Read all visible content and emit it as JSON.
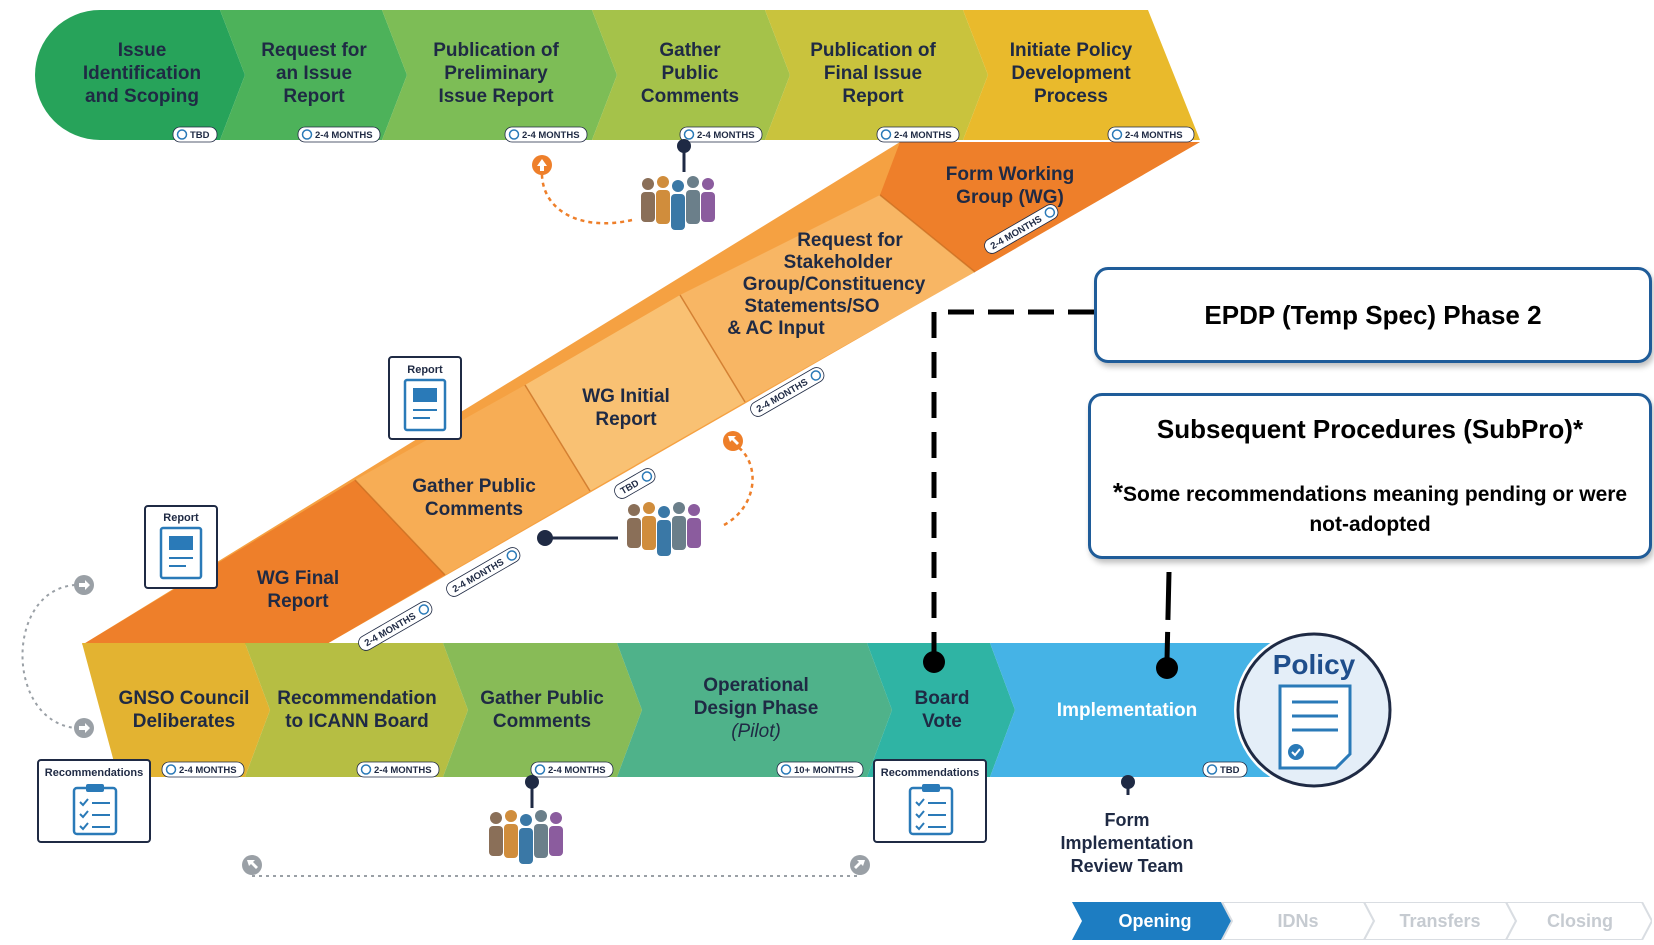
{
  "colors": {
    "row1": [
      "#27a35a",
      "#4db25a",
      "#7dbd56",
      "#a5c24a",
      "#c9c33d",
      "#e9ba2c"
    ],
    "row2": "#f5a142",
    "row3": [
      "#e3b331",
      "#b6be43",
      "#88bb57",
      "#4fb28a",
      "#2fb4a4",
      "#45b3e6"
    ],
    "navy": "#1f2a44",
    "callout_border": "#1f5c99",
    "nav_active": "#1d7dc2",
    "nav_inactive": "#d9dde2"
  },
  "row1": [
    {
      "lines": [
        "Issue",
        "Identification",
        "and Scoping"
      ],
      "badge": "TBD"
    },
    {
      "lines": [
        "Request for",
        "an Issue",
        "Report"
      ],
      "badge": "2-4 MONTHS"
    },
    {
      "lines": [
        "Publication of",
        "Preliminary",
        "Issue Report"
      ],
      "badge": "2-4 MONTHS"
    },
    {
      "lines": [
        "Gather",
        "Public",
        "Comments"
      ],
      "badge": "2-4 MONTHS"
    },
    {
      "lines": [
        "Publication of",
        "Final Issue",
        "Report"
      ],
      "badge": "2-4 MONTHS"
    },
    {
      "lines": [
        "Initiate Policy",
        "Development",
        "Process"
      ],
      "badge": "2-4 MONTHS"
    }
  ],
  "row2": [
    {
      "lines": [
        "Form Working",
        "Group (WG)"
      ],
      "badge": "2-4 MONTHS"
    },
    {
      "lines": [
        "Request for",
        "Stakeholder",
        "Group/Constituency",
        "Statements/SO",
        "& AC Input"
      ],
      "badge": "2-4 MONTHS"
    },
    {
      "lines": [
        "WG Initial",
        "Report"
      ],
      "badge": "TBD"
    },
    {
      "lines": [
        "Gather Public",
        "Comments"
      ],
      "badge": "2-4 MONTHS"
    },
    {
      "lines": [
        "WG Final",
        "Report"
      ],
      "badge": "2-4 MONTHS"
    }
  ],
  "row3": [
    {
      "lines": [
        "GNSO Council",
        "Deliberates"
      ],
      "badge": "2-4 MONTHS"
    },
    {
      "lines": [
        "Recommendation",
        "to ICANN Board"
      ],
      "badge": "2-4 MONTHS"
    },
    {
      "lines": [
        "Gather Public",
        "Comments"
      ],
      "badge": "2-4 MONTHS"
    },
    {
      "lines": [
        "Operational",
        "Design Phase"
      ],
      "sub": "(Pilot)",
      "badge": "10+ MONTHS"
    },
    {
      "lines": [
        "Board",
        "Vote"
      ]
    },
    {
      "lines": [
        "Implementation"
      ],
      "badge": "TBD"
    }
  ],
  "cards": {
    "report": "Report",
    "recommendations": "Recommendations"
  },
  "policy_label": "Policy",
  "form_irt": [
    "Form",
    "Implementation",
    "Review Team"
  ],
  "callouts": {
    "epdp": "EPDP (Temp Spec) Phase 2",
    "subpro_title": "Subsequent Procedures (SubPro)*",
    "subpro_note_star": "*",
    "subpro_note": "Some recommendations meaning pending or were not-adopted"
  },
  "nav": [
    {
      "label": "Opening",
      "active": true
    },
    {
      "label": "IDNs",
      "active": false
    },
    {
      "label": "Transfers",
      "active": false
    },
    {
      "label": "Closing",
      "active": false
    }
  ]
}
